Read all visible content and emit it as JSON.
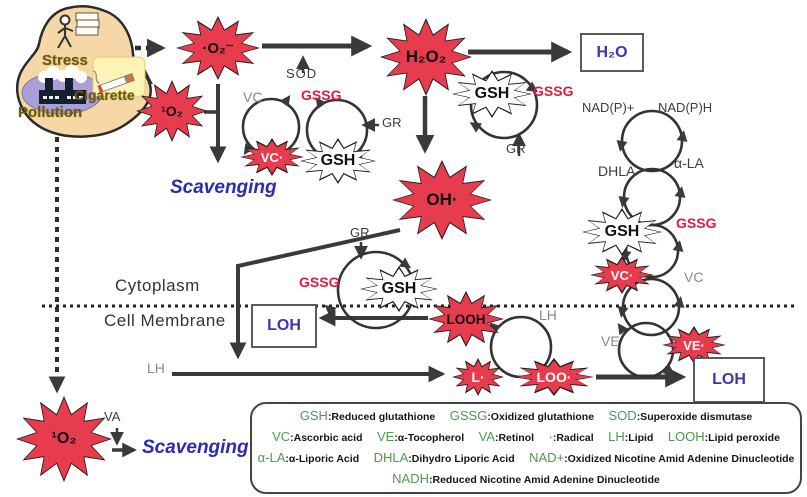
{
  "blob": {
    "stress": "Stress",
    "cigarette": "Cigarette",
    "pollution": "Pollution"
  },
  "species": {
    "superoxide": "·O₂⁻",
    "singlet_oxygen": "¹O₂",
    "hydrogen_peroxide": "H₂O₂",
    "water": "H₂O",
    "hydroxyl_radical": "OH·",
    "vc_radical": "VC·",
    "ve_radical": "VE·",
    "l_radical": "L·",
    "loo_radical": "LOO·",
    "looh": "LOOH",
    "loh": "LOH",
    "gsh": "GSH",
    "gssg": "GSSG"
  },
  "labels": {
    "sod": "SOD",
    "gr": "GR",
    "vc": "VC",
    "ve": "VE",
    "lh": "LH",
    "va": "VA",
    "nadp_plus": "NAD(P)+",
    "nadp_h": "NAD(P)H",
    "dhla": "DHLA",
    "alpha_la": "α-LA",
    "cytoplasm": "Cytoplasm",
    "cell_membrane": "Cell Membrane",
    "scavenging": "Scavenging"
  },
  "legend": {
    "rows": [
      {
        "items": [
          {
            "abbr": "GSH",
            "def": ":Reduced glutathione"
          },
          {
            "abbr": "GSSG",
            "def": ":Oxidized glutathione"
          },
          {
            "abbr": "SOD",
            "def": ":Superoxide dismutase"
          }
        ]
      },
      {
        "items": [
          {
            "abbr": "VC",
            "def": ":Ascorbic acid"
          },
          {
            "abbr": "VE",
            "def": ":α-Tocopherol"
          },
          {
            "abbr": "VA",
            "def": ":Retinol"
          },
          {
            "abbr": "·",
            "def": ":Radical"
          },
          {
            "abbr": "LH",
            "def": ":Lipid"
          },
          {
            "abbr": "LOOH",
            "def": ":Lipid peroxide"
          }
        ]
      },
      {
        "items": [
          {
            "abbr": "α-LA",
            "def": ":α-Liporic Acid"
          },
          {
            "abbr": "DHLA",
            "def": ":Dihydro Liporic Acid"
          },
          {
            "abbr": "NAD+",
            "def": ":Oxidized Nicotine Amid Adenine Dinucleotide"
          }
        ]
      },
      {
        "items": [
          {
            "abbr": "NADH",
            "def": ":Reduced Nicotine Amid Adenine Dinucleotide"
          }
        ]
      }
    ]
  },
  "colors": {
    "starburst_red": "#e73b4e",
    "gssg_red": "#e8173d",
    "box_text_blue": "#3c35b0",
    "scavenging_blue": "#2b2bbb",
    "legend_green": "#4d9b4d",
    "arrow_gray": "#3a3a3a",
    "blob_fill": "#f6d8a6"
  }
}
